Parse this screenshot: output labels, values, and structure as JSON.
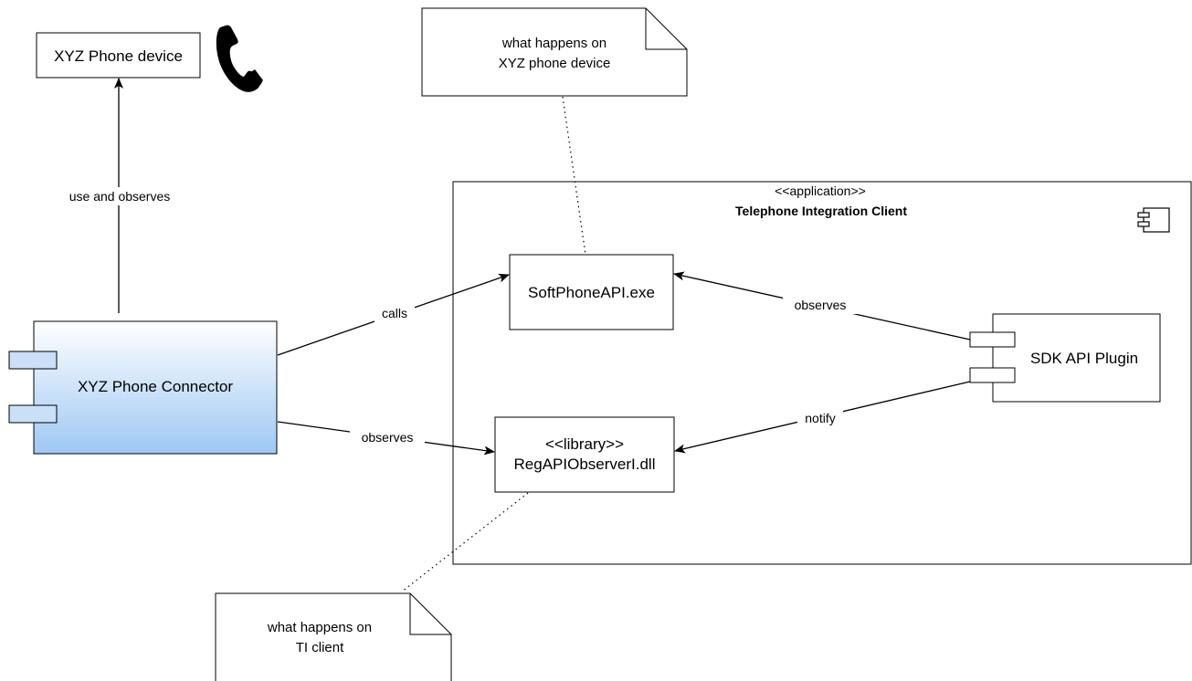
{
  "diagram": {
    "phone_device": {
      "label": "XYZ Phone device",
      "icon": "telephone-handset-icon"
    },
    "connector": {
      "label": "XYZ Phone Connector",
      "fill_top": "#ffffff",
      "fill_bottom": "#9ec8f4"
    },
    "application": {
      "stereotype": "<<application>>",
      "title": "Telephone Integration Client",
      "icon": "component-icon"
    },
    "softphone": {
      "label": "SoftPhoneAPI.exe"
    },
    "observer_lib": {
      "stereotype": "<<library>>",
      "label": "RegAPIObserverI.dll"
    },
    "sdk_plugin": {
      "label": "SDK API Plugin"
    },
    "note_device": {
      "line1": "what happens on",
      "line2": "XYZ phone device"
    },
    "note_client": {
      "line1": "what happens on",
      "line2": "TI client"
    },
    "edges": {
      "use_observes": "use and observes",
      "calls": "calls",
      "observes_connector": "observes",
      "observes_sdk": "observes",
      "notify": "notify"
    }
  }
}
